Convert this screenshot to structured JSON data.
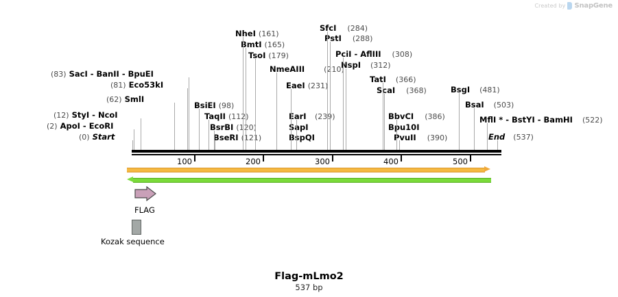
{
  "watermark": {
    "prefix": "Created by",
    "brand": "SnapGene"
  },
  "sequence": {
    "name": "Flag-mLmo2",
    "length_label": "537 bp",
    "length_bp": 537
  },
  "ruler": {
    "ticks": [
      {
        "label": "100",
        "bp": 100
      },
      {
        "label": "200",
        "bp": 200
      },
      {
        "label": "300",
        "bp": 300
      },
      {
        "label": "400",
        "bp": 400
      },
      {
        "label": "500",
        "bp": 500
      }
    ]
  },
  "strands": {
    "forward": {
      "color": "#f5b942",
      "direction": "right"
    },
    "reverse": {
      "color": "#7bdb3a",
      "direction": "left"
    }
  },
  "features": [
    {
      "name": "FLAG",
      "label": "FLAG",
      "shape": "arrow-right",
      "color": "#c9a0b8"
    },
    {
      "name": "Kozak sequence",
      "label": "Kozak sequence",
      "shape": "box",
      "color": "#a3a8a6"
    }
  ],
  "sites": [
    {
      "id": "start",
      "names": [
        "Start"
      ],
      "pos": "(0)",
      "pos_side": "left",
      "bp": 0,
      "italic": true
    },
    {
      "id": "apoi-ecori",
      "names": [
        "ApoI",
        "EcoRI"
      ],
      "pos": "(2)",
      "pos_side": "left",
      "bp": 2
    },
    {
      "id": "styi-ncoi",
      "names": [
        "StyI",
        "NcoI"
      ],
      "pos": "(12)",
      "pos_side": "left",
      "bp": 12
    },
    {
      "id": "smli",
      "names": [
        "SmlI"
      ],
      "pos": "(62)",
      "pos_side": "left",
      "bp": 62
    },
    {
      "id": "eco53ki",
      "names": [
        "Eco53kI"
      ],
      "pos": "(81)",
      "pos_side": "left",
      "bp": 81
    },
    {
      "id": "saci-banii-bpuei",
      "names": [
        "SacI",
        "BanII",
        "BpuEI"
      ],
      "pos": "(83)",
      "pos_side": "left",
      "bp": 83
    },
    {
      "id": "bsiei",
      "names": [
        "BsiEI"
      ],
      "pos": "(98)",
      "pos_side": "right",
      "bp": 98
    },
    {
      "id": "taqii",
      "names": [
        "TaqII"
      ],
      "pos": "(112)",
      "pos_side": "right",
      "bp": 112
    },
    {
      "id": "bsrbi",
      "names": [
        "BsrBI"
      ],
      "pos": "(120)",
      "pos_side": "right",
      "bp": 120
    },
    {
      "id": "bseri",
      "names": [
        "BseRI"
      ],
      "pos": "(121)",
      "pos_side": "right",
      "bp": 121
    },
    {
      "id": "nhei",
      "names": [
        "NheI"
      ],
      "pos": "(161)",
      "pos_side": "right",
      "bp": 161
    },
    {
      "id": "bmti",
      "names": [
        "BmtI"
      ],
      "pos": "(165)",
      "pos_side": "right",
      "bp": 165
    },
    {
      "id": "tsoi",
      "names": [
        "TsoI"
      ],
      "pos": "(179)",
      "pos_side": "right",
      "bp": 179
    },
    {
      "id": "nmeaiii",
      "names": [
        "NmeAIII"
      ],
      "pos": "(210)",
      "pos_side": "right",
      "bp": 210
    },
    {
      "id": "eaei",
      "names": [
        "EaeI"
      ],
      "pos": "(231)",
      "pos_side": "right",
      "bp": 231
    },
    {
      "id": "eari",
      "names": [
        "EarI"
      ],
      "pos": "(239)",
      "pos_side": "right",
      "bp": 239
    },
    {
      "id": "sapi",
      "names": [
        "SapI"
      ],
      "pos": "",
      "pos_side": "right",
      "bp": 239
    },
    {
      "id": "bspqi",
      "names": [
        "BspQI"
      ],
      "pos": "",
      "pos_side": "right",
      "bp": 239
    },
    {
      "id": "sfci",
      "names": [
        "SfcI"
      ],
      "pos": "(284)",
      "pos_side": "right",
      "bp": 284
    },
    {
      "id": "psti",
      "names": [
        "PstI"
      ],
      "pos": "(288)",
      "pos_side": "right",
      "bp": 288
    },
    {
      "id": "pcii-afliii",
      "names": [
        "PciI",
        "AflIII"
      ],
      "pos": "(308)",
      "pos_side": "right",
      "bp": 308
    },
    {
      "id": "nspi",
      "names": [
        "NspI"
      ],
      "pos": "(312)",
      "pos_side": "right",
      "bp": 312
    },
    {
      "id": "tati",
      "names": [
        "TatI"
      ],
      "pos": "(366)",
      "pos_side": "right",
      "bp": 366
    },
    {
      "id": "scai",
      "names": [
        "ScaI"
      ],
      "pos": "(368)",
      "pos_side": "right",
      "bp": 368
    },
    {
      "id": "bbvci",
      "names": [
        "BbvCI"
      ],
      "pos": "(386)",
      "pos_side": "right",
      "bp": 386
    },
    {
      "id": "bpu10i",
      "names": [
        "Bpu10I"
      ],
      "pos": "",
      "pos_side": "right",
      "bp": 386
    },
    {
      "id": "pvuii",
      "names": [
        "PvuII"
      ],
      "pos": "(390)",
      "pos_side": "right",
      "bp": 390
    },
    {
      "id": "bsgi",
      "names": [
        "BsgI"
      ],
      "pos": "(481)",
      "pos_side": "right",
      "bp": 481
    },
    {
      "id": "bsai",
      "names": [
        "BsaI"
      ],
      "pos": "(503)",
      "pos_side": "right",
      "bp": 503
    },
    {
      "id": "mfli-bstyi-bamhi",
      "names": [
        "MflI *",
        "BstYI",
        "BamHI"
      ],
      "pos": "(522)",
      "pos_side": "right",
      "bp": 522
    },
    {
      "id": "end",
      "names": [
        "End"
      ],
      "pos": "(537)",
      "pos_side": "right",
      "bp": 537,
      "italic": true
    }
  ],
  "labels": {
    "start": {
      "text": "Start",
      "pos": "(0)"
    },
    "end": {
      "text": "End",
      "pos": "(537)"
    }
  }
}
